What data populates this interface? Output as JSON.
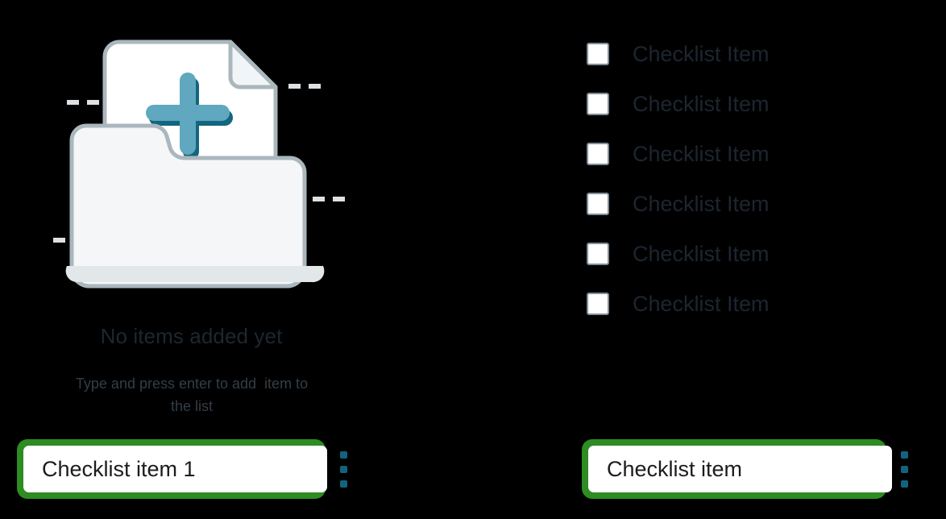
{
  "empty_state": {
    "title": "No items added yet",
    "subtitle": "Type and press enter to add  item to the list",
    "illustration_icon": "folder-with-document-plus-illustration"
  },
  "checklist_preview": {
    "items": [
      {
        "label": "Checklist Item",
        "checked": false
      },
      {
        "label": "Checklist Item",
        "checked": false
      },
      {
        "label": "Checklist Item",
        "checked": false
      },
      {
        "label": "Checklist Item",
        "checked": false
      },
      {
        "label": "Checklist Item",
        "checked": false
      },
      {
        "label": "Checklist Item",
        "checked": false
      }
    ]
  },
  "inputs": {
    "left": {
      "value": "Checklist item 1",
      "placeholder": "Checklist item 1",
      "menu_icon": "kebab-menu-icon"
    },
    "right": {
      "value": "Checklist item",
      "placeholder": "Checklist item",
      "menu_icon": "kebab-menu-icon"
    }
  },
  "colors": {
    "background": "#000000",
    "input_focus_outline": "#2d8c22",
    "input_fill": "#ffffff",
    "kebab_dot": "#12637f",
    "checkbox_border": "#7f8d99",
    "text_primary": "#1d2530",
    "illustration_paper": "#ffffff",
    "illustration_folder": "#f4f6f8",
    "illustration_stroke": "#aab7bd",
    "illustration_plus_light": "#5fa8bf",
    "illustration_plus_dark": "#14657f",
    "illustration_dash": "#dde1e4"
  }
}
